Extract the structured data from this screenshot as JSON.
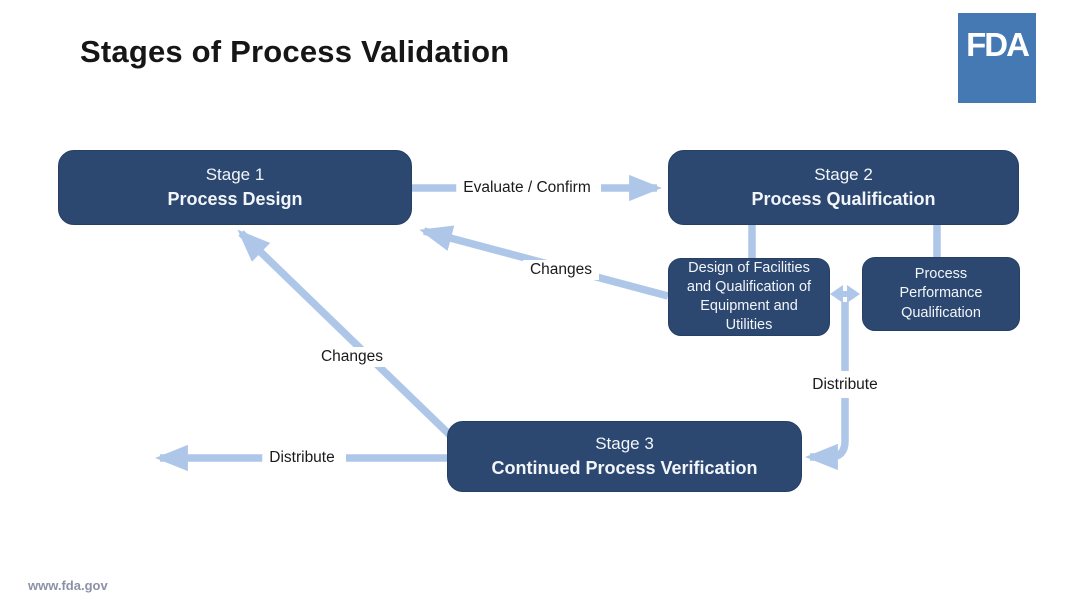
{
  "header": {
    "title": "Stages of Process Validation",
    "logo_text": "FDA"
  },
  "footer": {
    "url": "www.fda.gov"
  },
  "colors": {
    "box_navy": "#2C4870",
    "arrow_light_blue": "#AEC6E8",
    "logo_blue": "#4579B4",
    "title_text": "#161616",
    "footer_text": "#8b92a5"
  },
  "diagram": {
    "stage1": {
      "label": "Stage 1",
      "name": "Process Design"
    },
    "stage2": {
      "label": "Stage 2",
      "name": "Process Qualification"
    },
    "stage3": {
      "label": "Stage 3",
      "name": "Continued Process Verification"
    },
    "sub_design": {
      "text": "Design of Facilities and Qualification of Equipment and Utilities"
    },
    "sub_ppq": {
      "text": "Process Performance Qualification"
    },
    "labels": {
      "evaluate_confirm": "Evaluate / Confirm",
      "changes_top": "Changes",
      "changes_bottom": "Changes",
      "distribute_right": "Distribute",
      "distribute_left": "Distribute"
    }
  }
}
